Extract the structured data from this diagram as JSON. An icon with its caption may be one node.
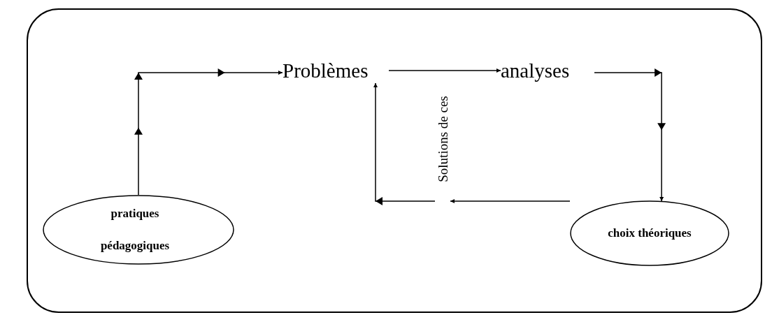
{
  "diagram": {
    "nodes": [
      {
        "text": [],
        "shape": "box"
      },
      {
        "text": [
          "pratiques pédagogiques"
        ],
        "in": 0
      },
      {
        "text": [
          "Problèmes"
        ],
        "in": 0
      },
      {
        "text": [
          "analyses"
        ],
        "in": 0
      },
      {
        "text": [
          "Solutions de ces"
        ],
        "in": 0
      },
      {
        "text": [
          "choix théoriques"
        ],
        "in": 0
      }
    ],
    "edges": [
      {
        "from": 1,
        "to": 2,
        "arrow": "to"
      },
      {
        "from": 2,
        "to": 3,
        "arrow": "to"
      },
      {
        "from": 3,
        "to": 5,
        "arrow": "to"
      },
      {
        "from": 5,
        "to": 4,
        "arrow": "to"
      },
      {
        "from": 4,
        "to": 2,
        "arrow": "to"
      }
    ]
  }
}
